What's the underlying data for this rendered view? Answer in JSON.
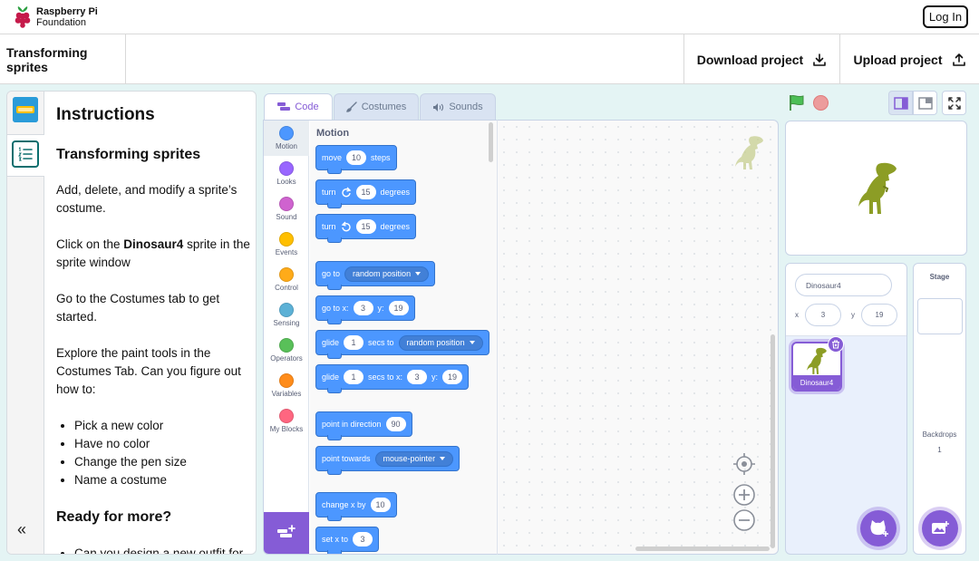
{
  "header": {
    "brand_line1": "Raspberry Pi",
    "brand_line2": "Foundation",
    "login_label": "Log In"
  },
  "project": {
    "title": "Transforming sprites",
    "download_label": "Download project",
    "upload_label": "Upload project"
  },
  "instructions": {
    "heading": "Instructions",
    "subheading": "Transforming sprites",
    "p1": "Add, delete, and modify a sprite’s costume.",
    "p2_before": "Click on the ",
    "p2_bold": "Dinosaur4",
    "p2_after": " sprite in the sprite window",
    "p3": "Go to the Costumes tab to get started.",
    "p4": "Explore the paint tools in the Costumes Tab. Can you figure out how to:",
    "bullets": [
      "Pick a new color",
      "Have no color",
      "Change the pen size",
      "Name a costume"
    ],
    "ready_heading": "Ready for more?",
    "bullet_more": "Can you design a new outfit for"
  },
  "tabs": {
    "code": "Code",
    "costumes": "Costumes",
    "sounds": "Sounds"
  },
  "categories": [
    {
      "label": "Motion",
      "color": "#4c97ff"
    },
    {
      "label": "Looks",
      "color": "#9966ff"
    },
    {
      "label": "Sound",
      "color": "#cf63cf"
    },
    {
      "label": "Events",
      "color": "#ffbf00"
    },
    {
      "label": "Control",
      "color": "#ffab19"
    },
    {
      "label": "Sensing",
      "color": "#5cb1d6"
    },
    {
      "label": "Operators",
      "color": "#59c059"
    },
    {
      "label": "Variables",
      "color": "#ff8c1a"
    },
    {
      "label": "My Blocks",
      "color": "#ff6680"
    }
  ],
  "palette": {
    "title": "Motion",
    "move": {
      "word": "move",
      "value": "10",
      "unit": "steps"
    },
    "turn_right": {
      "word": "turn",
      "value": "15",
      "unit": "degrees"
    },
    "turn_left": {
      "word": "turn",
      "value": "15",
      "unit": "degrees"
    },
    "goto": {
      "word": "go to",
      "option": "random position"
    },
    "goto_xy": {
      "word": "go to x:",
      "x": "3",
      "ylabel": "y:",
      "y": "19"
    },
    "glide_to": {
      "word": "glide",
      "value": "1",
      "mid": "secs to",
      "option": "random position"
    },
    "glide_xy": {
      "word": "glide",
      "value": "1",
      "mid": "secs to x:",
      "x": "3",
      "ylabel": "y:",
      "y": "19"
    },
    "point_dir": {
      "word": "point in direction",
      "value": "90"
    },
    "point_towards": {
      "word": "point towards",
      "option": "mouse-pointer"
    },
    "change_x": {
      "word": "change x by",
      "value": "10"
    },
    "set_x": {
      "word": "set x to",
      "value": "3"
    }
  },
  "sprite_info": {
    "name": "Dinosaur4",
    "x_label": "x",
    "x": "3",
    "y_label": "y",
    "y": "19",
    "tile_name": "Dinosaur4"
  },
  "stage_pane": {
    "title": "Stage",
    "backdrops_label": "Backdrops",
    "backdrops_count": "1"
  },
  "colors": {
    "motion": "#4c97ff",
    "accent": "#855cd6",
    "dino": "#8c9d25",
    "workspace_bg": "#e4f4f4"
  }
}
